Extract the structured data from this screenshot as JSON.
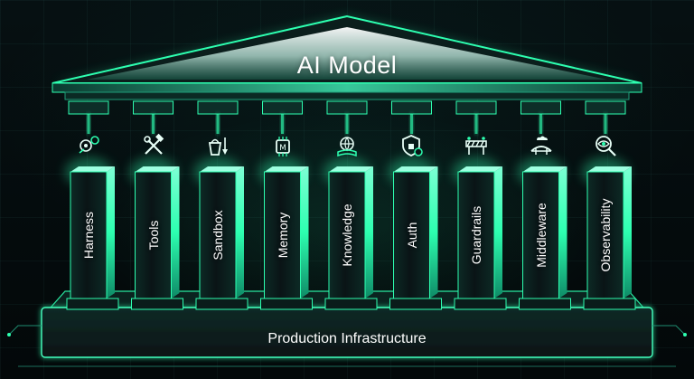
{
  "roof": {
    "title": "AI Model"
  },
  "pillars": [
    {
      "label": "Harness",
      "icon": "brain-gears-icon"
    },
    {
      "label": "Tools",
      "icon": "hammer-wrench-icon"
    },
    {
      "label": "Sandbox",
      "icon": "bucket-shovel-icon"
    },
    {
      "label": "Memory",
      "icon": "memory-chip-icon"
    },
    {
      "label": "Knowledge",
      "icon": "globe-book-icon"
    },
    {
      "label": "Auth",
      "icon": "shield-lock-icon"
    },
    {
      "label": "Guardrails",
      "icon": "barrier-icon"
    },
    {
      "label": "Middleware",
      "icon": "bridge-cloud-icon"
    },
    {
      "label": "Observability",
      "icon": "eye-magnifier-icon"
    }
  ],
  "base": {
    "label": "Production Infrastructure"
  },
  "colors": {
    "accent": "#2dffb0",
    "accent_dark": "#0e6f55",
    "background": "#050b0d",
    "pillar_face": "#0a1416"
  }
}
